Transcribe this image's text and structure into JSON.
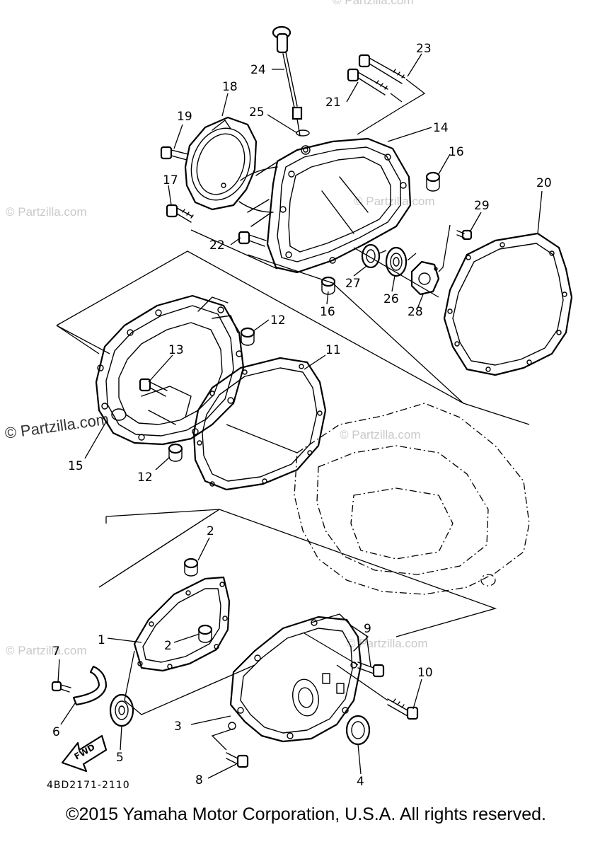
{
  "diagram": {
    "code": "4BD2171-2110",
    "fwd_label": "FWD",
    "watermarks": [
      "© Partzilla.com",
      "© Partzilla.com",
      "© Partzilla.com",
      "© Partzilla.com",
      "© Partzilla.com",
      "© Partzilla.com"
    ],
    "watermark_main": "© Partzilla.com",
    "callouts": [
      {
        "id": "c1",
        "label": "1"
      },
      {
        "id": "c2a",
        "label": "2"
      },
      {
        "id": "c2b",
        "label": "2"
      },
      {
        "id": "c3",
        "label": "3"
      },
      {
        "id": "c4",
        "label": "4"
      },
      {
        "id": "c5",
        "label": "5"
      },
      {
        "id": "c6",
        "label": "6"
      },
      {
        "id": "c7",
        "label": "7"
      },
      {
        "id": "c8",
        "label": "8"
      },
      {
        "id": "c9",
        "label": "9"
      },
      {
        "id": "c10",
        "label": "10"
      },
      {
        "id": "c11",
        "label": "11"
      },
      {
        "id": "c12a",
        "label": "12"
      },
      {
        "id": "c12b",
        "label": "12"
      },
      {
        "id": "c13",
        "label": "13"
      },
      {
        "id": "c14",
        "label": "14"
      },
      {
        "id": "c15",
        "label": "15"
      },
      {
        "id": "c16a",
        "label": "16"
      },
      {
        "id": "c16b",
        "label": "16"
      },
      {
        "id": "c17",
        "label": "17"
      },
      {
        "id": "c18",
        "label": "18"
      },
      {
        "id": "c19",
        "label": "19"
      },
      {
        "id": "c20",
        "label": "20"
      },
      {
        "id": "c21",
        "label": "21"
      },
      {
        "id": "c22",
        "label": "22"
      },
      {
        "id": "c23",
        "label": "23"
      },
      {
        "id": "c24",
        "label": "24"
      },
      {
        "id": "c25",
        "label": "25"
      },
      {
        "id": "c26",
        "label": "26"
      },
      {
        "id": "c27",
        "label": "27"
      },
      {
        "id": "c28",
        "label": "28"
      },
      {
        "id": "c29",
        "label": "29"
      }
    ]
  },
  "footer": {
    "copyright": "©2015 Yamaha Motor Corporation, U.S.A. All rights reserved."
  }
}
